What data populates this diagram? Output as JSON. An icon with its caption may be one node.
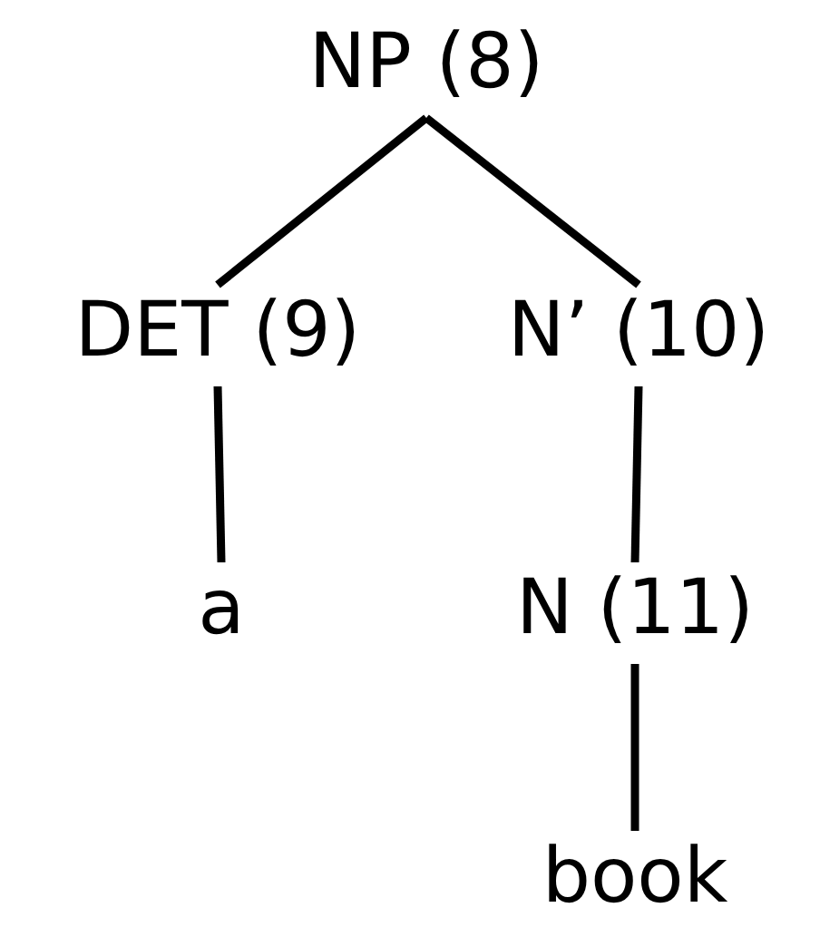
{
  "diagram": {
    "nodes": [
      {
        "text": [
          "NP (8)"
        ]
      },
      {
        "text": [
          "DET (9)"
        ]
      },
      {
        "text": [
          "N’ (10)"
        ]
      },
      {
        "text": [
          "a"
        ]
      },
      {
        "text": [
          "N (11)"
        ]
      },
      {
        "text": [
          "book"
        ]
      }
    ],
    "edges": [
      {
        "from": 0,
        "to": 1,
        "arrow": "none"
      },
      {
        "from": 0,
        "to": 2,
        "arrow": "none"
      },
      {
        "from": 1,
        "to": 3,
        "arrow": "none"
      },
      {
        "from": 2,
        "to": 4,
        "arrow": "none"
      },
      {
        "from": 4,
        "to": 5,
        "arrow": "none"
      }
    ]
  }
}
